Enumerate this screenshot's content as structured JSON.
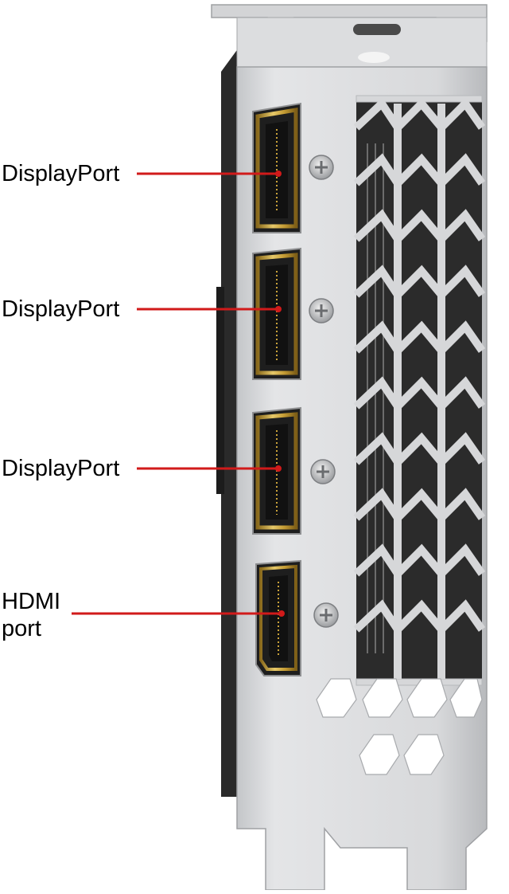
{
  "labels": {
    "dp1": "DisplayPort",
    "dp2": "DisplayPort",
    "dp3": "DisplayPort",
    "hdmi_line1": "HDMI",
    "hdmi_line2": "port"
  },
  "colors": {
    "leader_line": "#d11a1a",
    "bracket_metal": "#d9dadc",
    "gold_trim": "#c9a23a",
    "port_interior": "#1b1b1b"
  }
}
